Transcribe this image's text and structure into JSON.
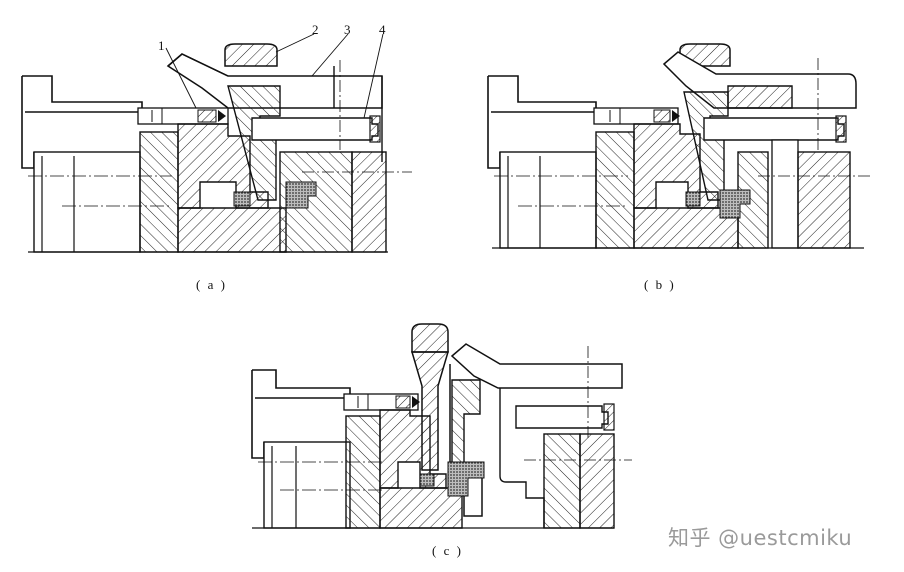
{
  "figures": [
    {
      "caption": "( a )"
    },
    {
      "caption": "( b )"
    },
    {
      "caption": "( c )"
    }
  ],
  "part_labels": [
    "1",
    "2",
    "3",
    "4"
  ],
  "watermark": "知乎 @uestcmiku",
  "colors": {
    "line": "#111111",
    "hatch": "#222222",
    "stipple": "#555555",
    "watermark": "#9a9a9a"
  }
}
